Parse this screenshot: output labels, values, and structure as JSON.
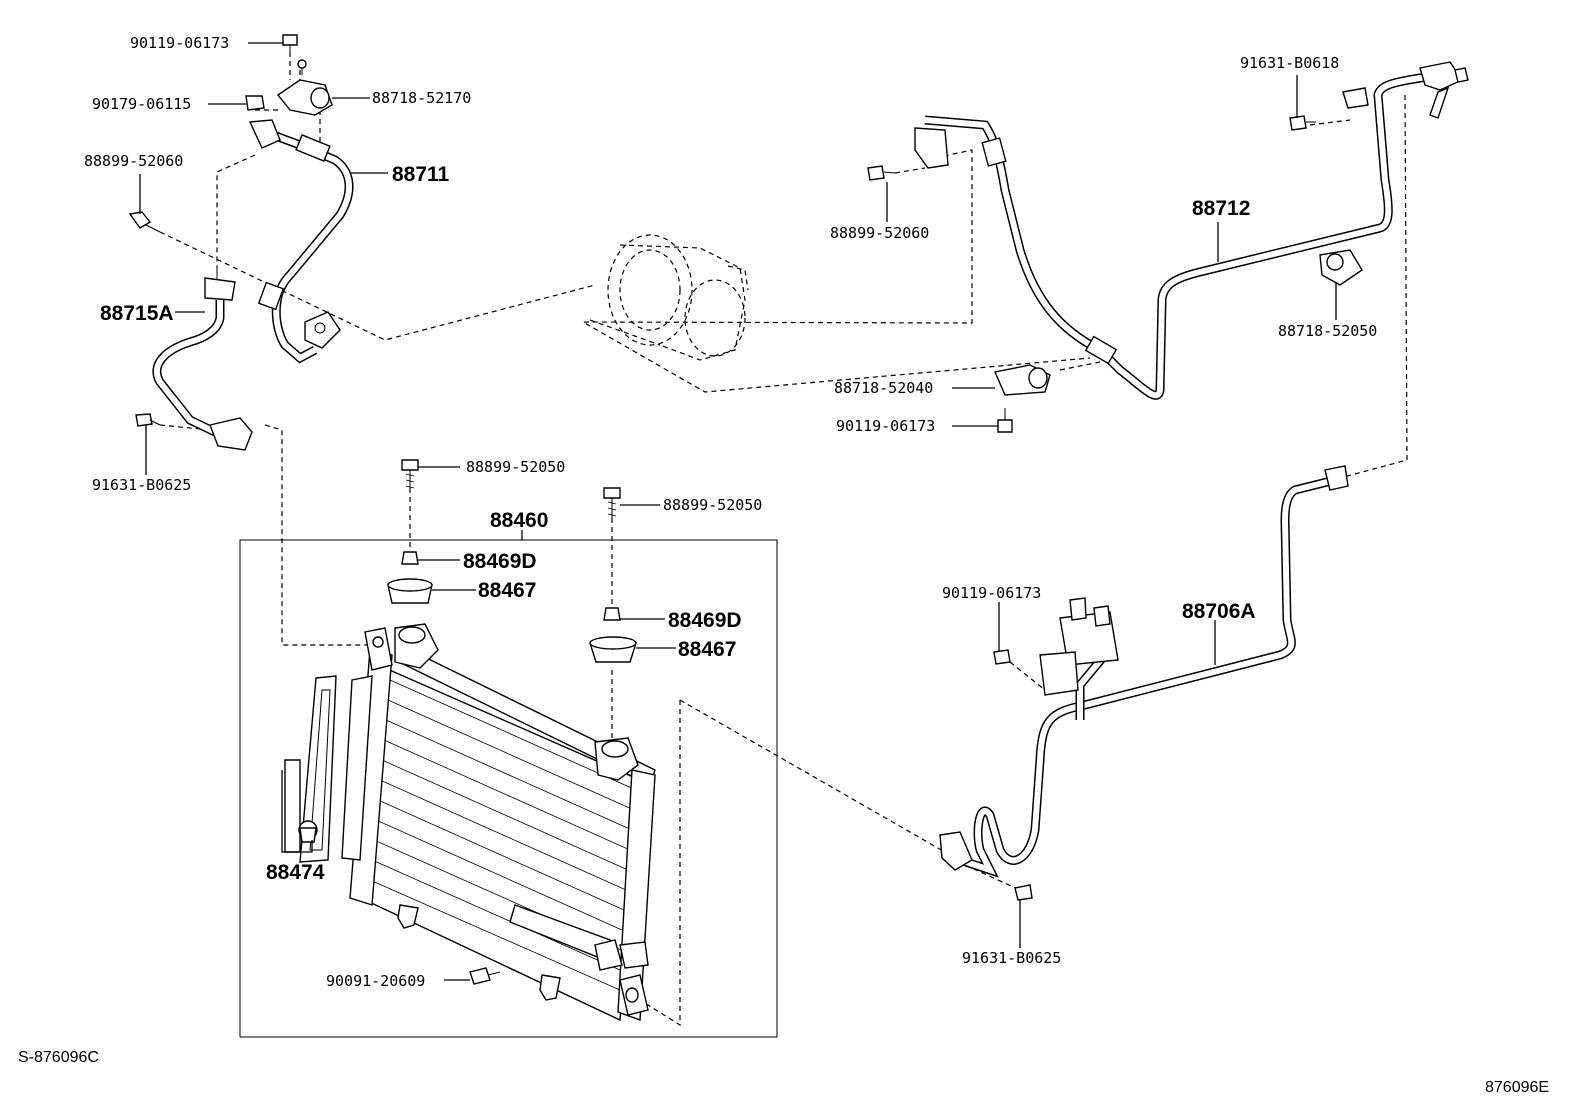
{
  "labels": {
    "p90119_06173_a": "90119-06173",
    "p90179_06115": "90179-06115",
    "p88718_52170": "88718-52170",
    "p88899_52060_a": "88899-52060",
    "p88711": "88711",
    "p88715A": "88715A",
    "p91631_B0625_a": "91631-B0625",
    "p88899_52050_a": "88899-52050",
    "p88899_52050_b": "88899-52050",
    "p88460": "88460",
    "p88469D_a": "88469D",
    "p88467_a": "88467",
    "p88469D_b": "88469D",
    "p88467_b": "88467",
    "p88474": "88474",
    "p90091_20609": "90091-20609",
    "p91631_B0618": "91631-B0618",
    "p88899_52060_b": "88899-52060",
    "p88712": "88712",
    "p88718_52050": "88718-52050",
    "p88718_52040": "88718-52040",
    "p90119_06173_b": "90119-06173",
    "p90119_06173_c": "90119-06173",
    "p88706A": "88706A",
    "p91631_B0625_b": "91631-B0625"
  },
  "footer": {
    "left_code": "S-876096C",
    "right_code": "876096E"
  }
}
